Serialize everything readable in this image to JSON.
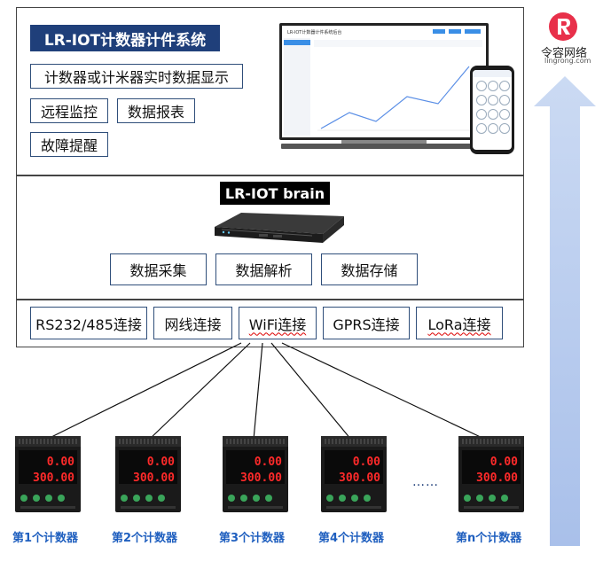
{
  "system_title": "LR-IOT计数器计件系统",
  "features": [
    "计数器或计米器实时数据显示",
    "远程监控",
    "数据报表",
    "故障提醒"
  ],
  "brain_label": "LR-IOT brain",
  "brain_functions": [
    "数据采集",
    "数据解析",
    "数据存储"
  ],
  "connections": [
    "RS232/485连接",
    "网线连接",
    "WiFi连接",
    "GPRS连接",
    "LoRa连接"
  ],
  "counters": [
    {
      "caption": "第1个计数器",
      "top": "0.00",
      "bottom": "300.00"
    },
    {
      "caption": "第2个计数器",
      "top": "0.00",
      "bottom": "300.00"
    },
    {
      "caption": "第3个计数器",
      "top": "0.00",
      "bottom": "300.00"
    },
    {
      "caption": "第4个计数器",
      "top": "0.00",
      "bottom": "300.00"
    },
    {
      "caption": "第n个计数器",
      "top": "0.00",
      "bottom": "300.00"
    }
  ],
  "ellipsis": "……",
  "monitor_screen_title": "LR-IOT计数器计件系统后台",
  "brand": {
    "name": "令容网络",
    "domain": "lingrong.com"
  },
  "colors": {
    "title_bg": "#1f3f7a",
    "caption": "#1f5fbf",
    "arrow": "#b8cdf0",
    "led": "#ff2a2a"
  }
}
